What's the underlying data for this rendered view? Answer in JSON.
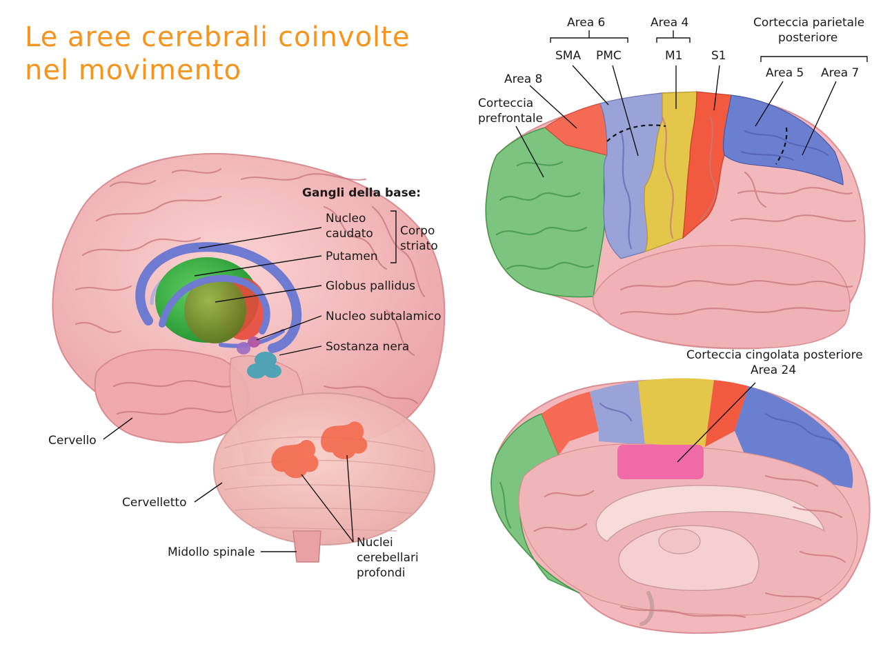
{
  "title": {
    "line1": "Le aree cerebrali coinvolte",
    "line2": "nel movimento"
  },
  "left_brain": {
    "heading": "Gangli della base:",
    "labels": {
      "nucleo_caudato_1": "Nucleo",
      "nucleo_caudato_2": "caudato",
      "putamen": "Putamen",
      "corpo_striato_1": "Corpo",
      "corpo_striato_2": "striato",
      "globus_pallidus": "Globus pallidus",
      "nucleo_subtalamico": "Nucleo subtalamico",
      "sostanza_nera": "Sostanza nera",
      "cervello": "Cervello",
      "cervelletto": "Cervelletto",
      "midollo_spinale": "Midollo spinale",
      "nuclei_1": "Nuclei",
      "nuclei_2": "cerebellari",
      "nuclei_3": "profondi"
    }
  },
  "lateral_cortex": {
    "labels": {
      "area6": "Area 6",
      "area4": "Area 4",
      "sma": "SMA",
      "pmc": "PMC",
      "m1": "M1",
      "s1": "S1",
      "cpp_1": "Corteccia parietale",
      "cpp_2": "posteriore",
      "area5": "Area 5",
      "area7": "Area 7",
      "area8": "Area 8",
      "prefrontale_1": "Corteccia",
      "prefrontale_2": "prefrontale"
    }
  },
  "medial_cortex": {
    "labels": {
      "cingolata": "Corteccia cingolata posteriore",
      "area24": "Area 24"
    }
  },
  "colors": {
    "title": "#f7941d",
    "brain_pink": "#f2b3b3",
    "prefrontal_green": "#7cc47f",
    "area8_red": "#f46a55",
    "premotor_blue": "#9aa3d8",
    "m1_yellow": "#e3c64a",
    "s1_red": "#f25a3f",
    "parietal_blue": "#6a7fd0",
    "cingulate_magenta": "#f06aa8"
  }
}
